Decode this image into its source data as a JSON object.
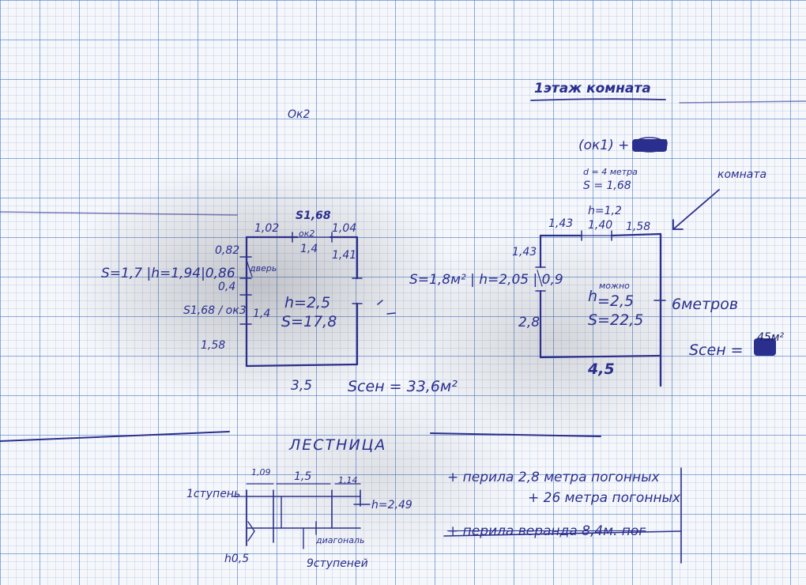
{
  "texts": {
    "title_floor1": "1этаж комната",
    "ok2_top": "Ок2",
    "room_label": "комната",
    "ok1_ok2_formula": "(ок1) + (ок2)",
    "d_note": "d = 4 метра",
    "s_168": "S = 1,68",
    "left_top_s": "S1,68",
    "left_1_02": "1,02",
    "left_ok2": "ок2",
    "left_1_04": "1,04",
    "left_1_4": "1,4",
    "left_1_41": "1,41",
    "left_0_82": "0,82",
    "left_door": "дверь",
    "left_s_formula": "S=1,7 |h=1,94|0,86",
    "left_0_4": "0,4",
    "left_ok3": "S1,68 / ок3",
    "left_1_4b": "1,4",
    "left_h": "h=2,5",
    "left_s": "S=17,8",
    "left_1_58": "1,58",
    "left_bottom": "3,5",
    "left_sten": "Sсен = 33,6м²",
    "right_h12": "h=1,2",
    "right_1_43": "1,43",
    "right_1_40": "1,40",
    "right_1_58": "1,58",
    "right_1_43b": "1,43",
    "right_s_formula": "S=1,8м² | h=2,05 | 0,9",
    "right_h_note": "h",
    "right_h_above": "можно",
    "right_h_val": "=2,5",
    "right_s": "S=22,5",
    "right_2_8": "2,8",
    "right_bottom": "4,5",
    "right_6m": "6метров",
    "right_sten": "Sсен =",
    "right_sten_val": "45м²",
    "stairs_title": "ЛЕСТНИЦА",
    "stairs_1_09": "1,09",
    "stairs_1_5": "1,5",
    "stairs_1_14": "1,14",
    "stairs_1step": "1ступень",
    "stairs_h": "h=2,49",
    "stairs_h05": "h0,5",
    "stairs_9steps": "9ступеней",
    "stairs_diag": "диагональ",
    "note_railing": "+ перила 2,8 метра погонных",
    "note_railing2": "+ 26 метра погонных",
    "note_struck": "+ перила веранда 8,4м. пог"
  },
  "colors": {
    "ink": "#2a2f8e",
    "grid": "#4678c8",
    "paper": "#f6f7fa"
  }
}
